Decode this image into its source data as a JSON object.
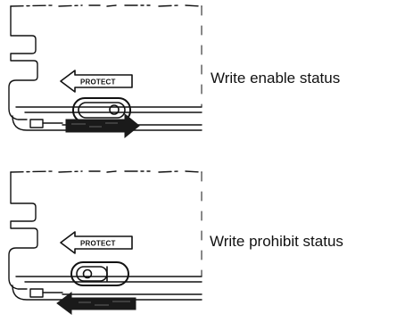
{
  "panels": [
    {
      "arrow_label": "PROTECT",
      "status_label": "Write enable status"
    },
    {
      "arrow_label": "PROTECT",
      "status_label": "Write prohibit status"
    }
  ]
}
